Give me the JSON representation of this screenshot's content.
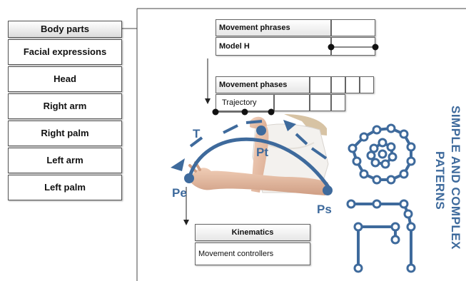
{
  "body_parts": {
    "header": "Body parts",
    "items": [
      "Facial expressions",
      "Head",
      "Right arm",
      "Right palm",
      "Left arm",
      "Left palm"
    ]
  },
  "movement_phrases": {
    "header": "Movement phrases",
    "model": "Model H"
  },
  "movement_phases": {
    "header": "Movement phases",
    "trajectory": "Trajectory"
  },
  "kinematics": {
    "header": "Kinematics",
    "controllers": "Movement controllers"
  },
  "arc_labels": {
    "t": "T",
    "pt": "Pt",
    "pe": "Pe",
    "ps": "Ps"
  },
  "side_title": {
    "line1": "SIMPLE AND COMPLEX",
    "line2": "PATERNS"
  },
  "colors": {
    "accent": "#3e6a9c",
    "border": "#555555",
    "header_bg": "#e6e6e6"
  }
}
